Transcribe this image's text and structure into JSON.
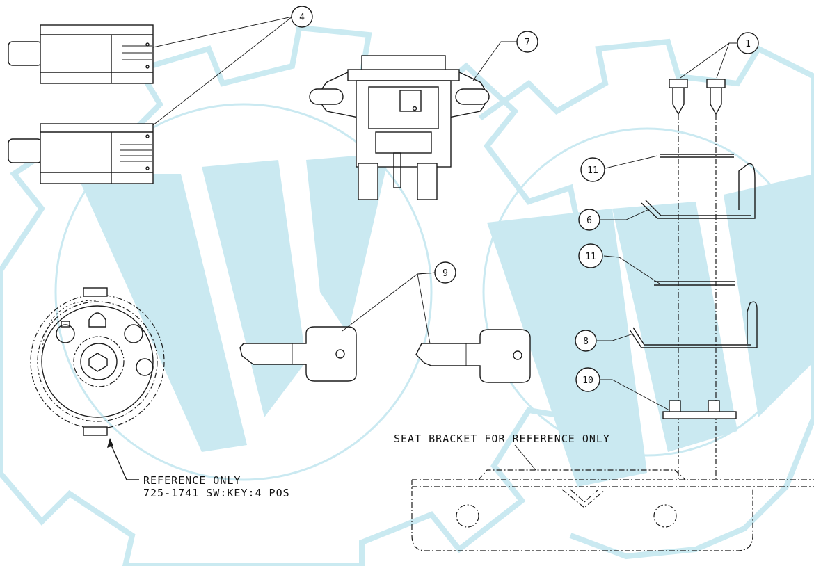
{
  "watermark": {
    "color": "#9fd8e6"
  },
  "callouts": [
    {
      "id": "c4",
      "label": "4"
    },
    {
      "id": "c7",
      "label": "7"
    },
    {
      "id": "c1",
      "label": "1"
    },
    {
      "id": "c11a",
      "label": "11"
    },
    {
      "id": "c6",
      "label": "6"
    },
    {
      "id": "c11b",
      "label": "11"
    },
    {
      "id": "c9",
      "label": "9"
    },
    {
      "id": "c8",
      "label": "8"
    },
    {
      "id": "c10",
      "label": "10"
    }
  ],
  "notes": {
    "seat_bracket": "SEAT BRACKET FOR REFERENCE ONLY",
    "reference_line1": "REFERENCE ONLY",
    "reference_line2": "725-1741 SW:KEY:4 POS"
  }
}
